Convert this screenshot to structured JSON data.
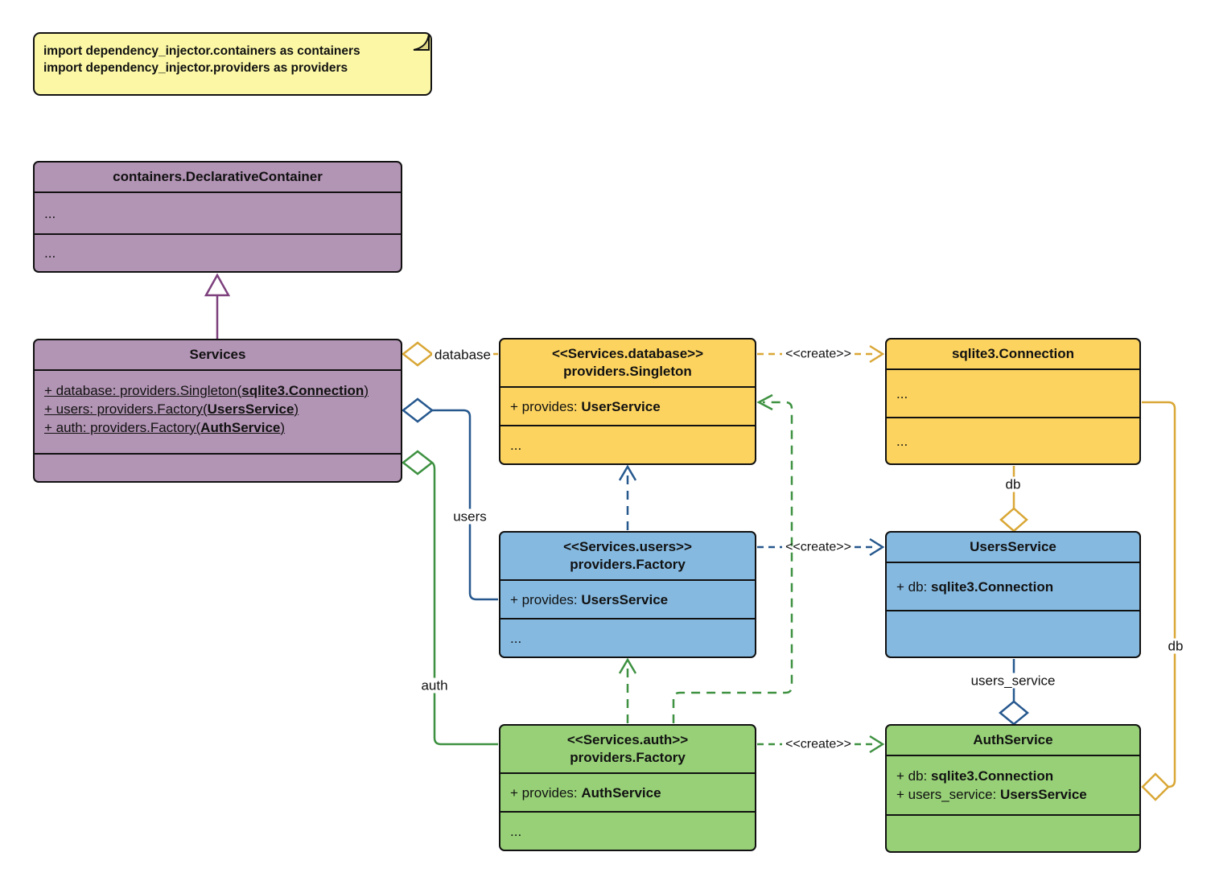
{
  "note": {
    "line1": "import dependency_injector.containers as containers",
    "line2": "import dependency_injector.providers as providers"
  },
  "classes": {
    "declarative_container": {
      "title": "containers.DeclarativeContainer",
      "attributes_ellipsis": "...",
      "methods_ellipsis": "..."
    },
    "services": {
      "title": "Services",
      "attributes": [
        {
          "pre": "+ database: providers.Singleton(",
          "bold": "sqlite3.Connection",
          "post": ")"
        },
        {
          "pre": "+ users: providers.Factory(",
          "bold": "UsersService",
          "post": ")"
        },
        {
          "pre": "+ auth: providers.Factory(",
          "bold": "AuthService",
          "post": ")"
        }
      ]
    },
    "singleton_database": {
      "stereotype": "<<Services.database>>",
      "title": "providers.Singleton",
      "attribute": {
        "pre": "+ provides: ",
        "bold": "UserService",
        "post": ""
      },
      "methods_ellipsis": "..."
    },
    "sqlite3_connection": {
      "title": "sqlite3.Connection",
      "attributes_ellipsis": "...",
      "methods_ellipsis": "..."
    },
    "factory_users": {
      "stereotype": "<<Services.users>>",
      "title": "providers.Factory",
      "attribute": {
        "pre": "+ provides: ",
        "bold": "UsersService",
        "post": ""
      },
      "methods_ellipsis": "..."
    },
    "users_service": {
      "title": "UsersService",
      "attribute": {
        "pre": "+ db: ",
        "bold": "sqlite3.Connection",
        "post": ""
      }
    },
    "factory_auth": {
      "stereotype": "<<Services.auth>>",
      "title": "providers.Factory",
      "attribute": {
        "pre": "+ provides: ",
        "bold": "AuthService",
        "post": ""
      },
      "methods_ellipsis": "..."
    },
    "auth_service": {
      "title": "AuthService",
      "attributes": [
        {
          "pre": "+ db: ",
          "bold": "sqlite3.Connection",
          "post": ""
        },
        {
          "pre": "+ users_service: ",
          "bold": "UsersService",
          "post": ""
        }
      ]
    }
  },
  "edge_labels": {
    "database": "database",
    "users": "users",
    "auth": "auth",
    "db_users": "db",
    "db_auth": "db",
    "users_service": "users_service",
    "create": "<<create>>"
  },
  "colors": {
    "purple_fill": "#b294b4",
    "yellow_fill": "#fcd35f",
    "blue_fill": "#85b9e0",
    "green_fill": "#97d077",
    "note_fill": "#fbf7a5",
    "edge_yellow": "#d9a736",
    "edge_blue": "#26588e",
    "edge_green": "#3e9141",
    "edge_purple": "#7c3f7c"
  }
}
